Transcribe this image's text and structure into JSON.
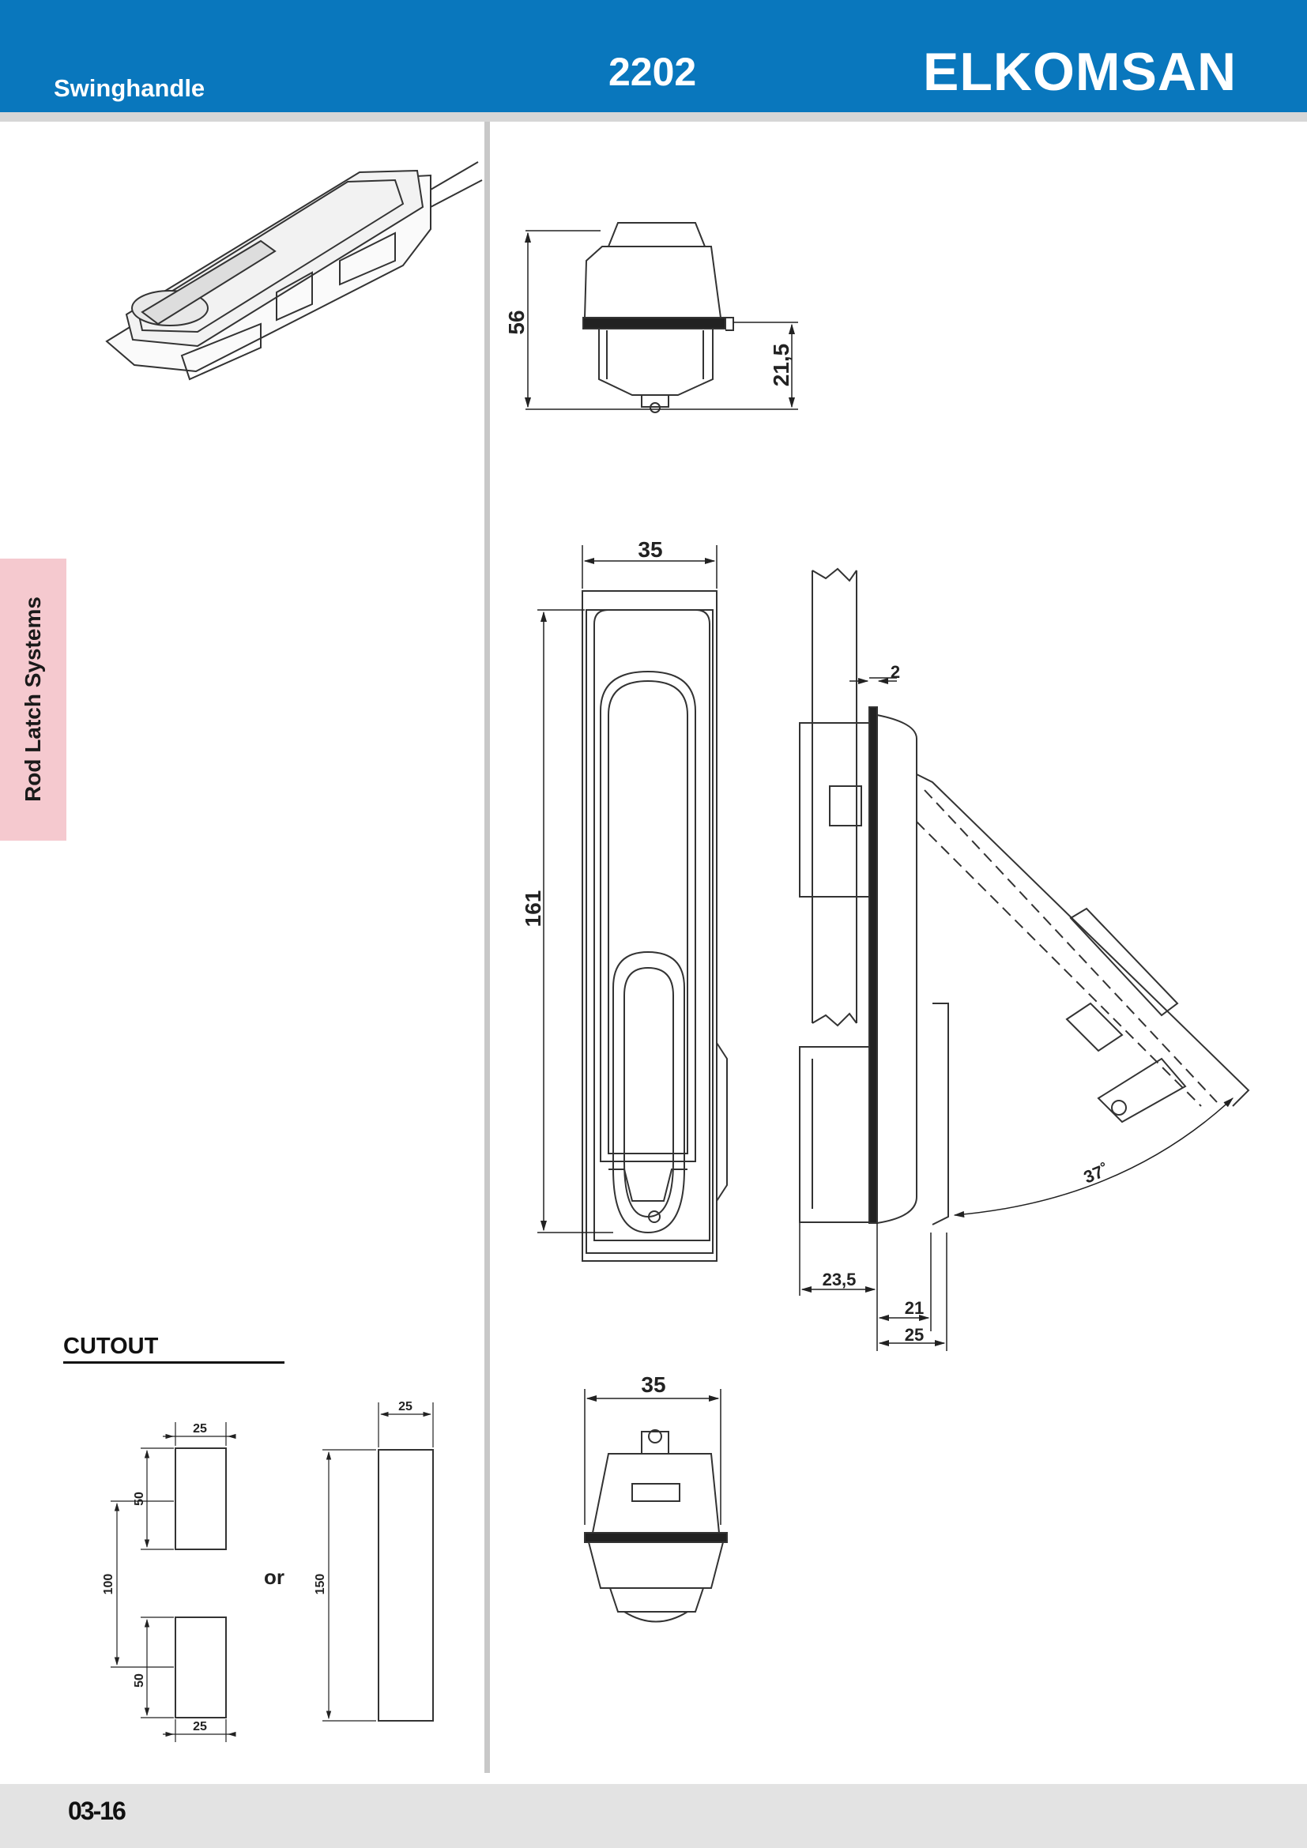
{
  "header": {
    "product_type": "Swinghandle",
    "model_code": "2202",
    "brand": "ELKOMSAN"
  },
  "side_tab": {
    "label": "Rod Latch Systems"
  },
  "cutout": {
    "title": "CUTOUT",
    "or_label": "or",
    "option_a": {
      "top_width": "25",
      "slot_height": "50",
      "spacing": "100",
      "bottom_height": "50",
      "bottom_width": "25"
    },
    "option_b": {
      "width": "25",
      "height": "150"
    }
  },
  "dimensions": {
    "top_view_height": "56",
    "top_view_base": "21,5",
    "front_width": "35",
    "front_height": "161",
    "side_thickness": "2",
    "side_depth": "23,5",
    "side_a": "21",
    "side_b": "25",
    "swing_angle": "37˚",
    "bottom_view_width": "35"
  },
  "footer": {
    "page_number": "03-16"
  },
  "colors": {
    "brand_blue": "#0977bd",
    "tab_pink": "#f5c9cf",
    "footer_grey": "#e3e3e3"
  }
}
